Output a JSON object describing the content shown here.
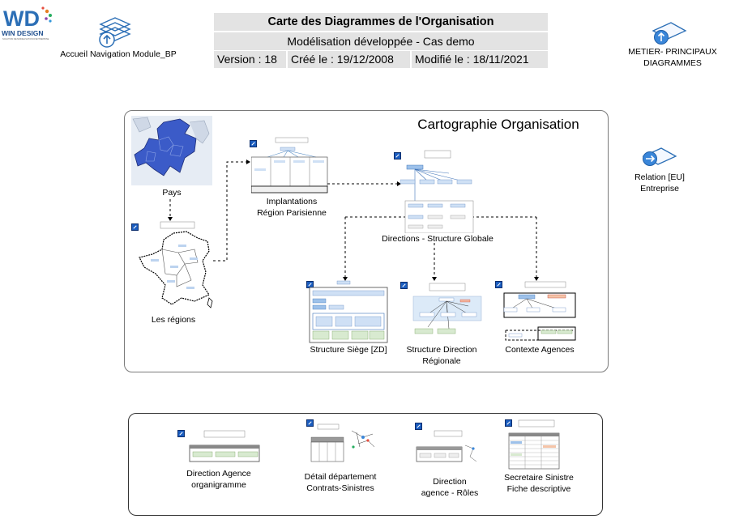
{
  "logo": {
    "mark": "WD",
    "name": "WIN DESIGN",
    "tagline": "SOLUTION DE MODELISATION D'ENTREPRISE"
  },
  "nav": {
    "home_label": "Accueil Navigation Module_BP",
    "metier_label": "METIER- PRINCIPAUX DIAGRAMMES",
    "relation_label_1": "Relation [EU]",
    "relation_label_2": "Entreprise"
  },
  "header": {
    "title": "Carte des Diagrammes de l'Organisation",
    "subtitle": "Modélisation développée - Cas demo",
    "version": "Version : 18",
    "created": "Créé le : 19/12/2008",
    "modified": "Modifié le : 18/11/2021"
  },
  "map": {
    "title": "Cartographie Organisation",
    "pays": "Pays",
    "regions": "Les régions",
    "implantations_1": "Implantations",
    "implantations_2": "Région Parisienne",
    "directions": "Directions - Structure Globale",
    "siege": "Structure Siège [ZD]",
    "direction_regionale_1": "Structure Direction",
    "direction_regionale_2": "Régionale",
    "agences": "Contexte Agences"
  },
  "bottom": {
    "agence_orga_1": "Direction Agence",
    "agence_orga_2": "organigramme",
    "detail_1": "Détail département",
    "detail_2": "Contrats-Sinistres",
    "roles_1": "Direction",
    "roles_2": "agence  - Rôles",
    "secretaire_1": "Secretaire Sinistre",
    "secretaire_2": "Fiche descriptive"
  },
  "colors": {
    "header_bg": "#e3e3e3",
    "link_blue": "#1b5dbf",
    "map_blue": "#3b5bc8"
  }
}
